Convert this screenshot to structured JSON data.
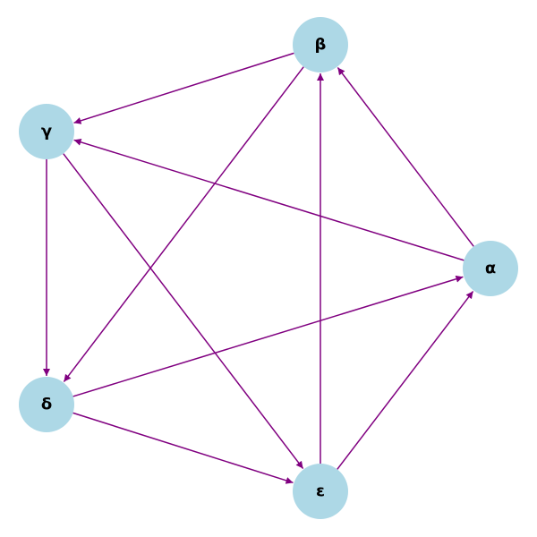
{
  "graph": {
    "node_color": "#add8e6",
    "edge_color": "#800080",
    "label_color": "#000000",
    "nodes": [
      {
        "id": "alpha",
        "label": "α"
      },
      {
        "id": "beta",
        "label": "β"
      },
      {
        "id": "gamma",
        "label": "γ"
      },
      {
        "id": "delta",
        "label": "δ"
      },
      {
        "id": "epsilon",
        "label": "ε"
      }
    ],
    "edges": [
      {
        "from": "alpha",
        "to": "beta"
      },
      {
        "from": "alpha",
        "to": "gamma"
      },
      {
        "from": "beta",
        "to": "gamma"
      },
      {
        "from": "beta",
        "to": "delta"
      },
      {
        "from": "gamma",
        "to": "delta"
      },
      {
        "from": "gamma",
        "to": "epsilon"
      },
      {
        "from": "delta",
        "to": "alpha"
      },
      {
        "from": "delta",
        "to": "epsilon"
      },
      {
        "from": "epsilon",
        "to": "alpha"
      },
      {
        "from": "epsilon",
        "to": "beta"
      }
    ]
  }
}
